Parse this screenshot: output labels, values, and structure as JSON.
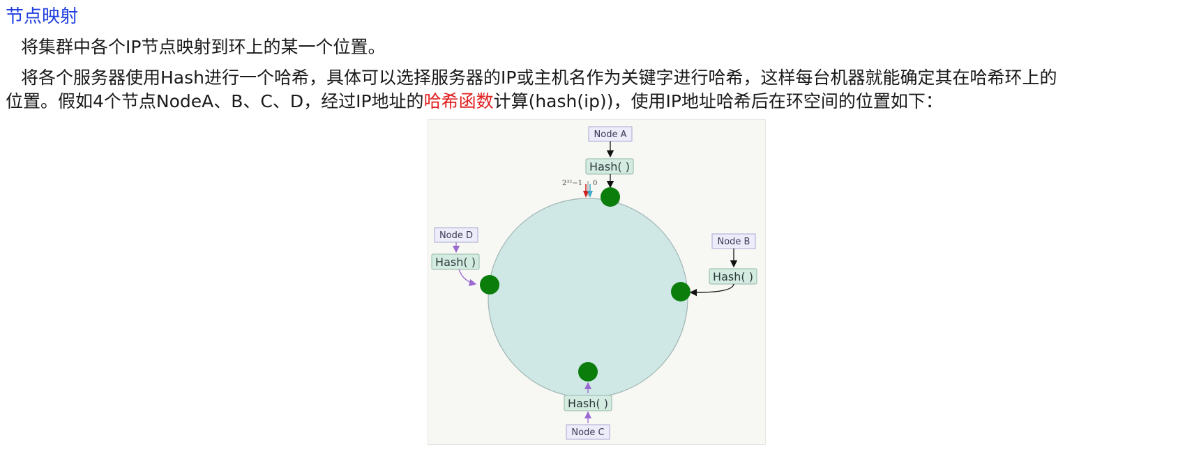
{
  "section": {
    "heading": "节点映射"
  },
  "paragraphs": {
    "p1": "将集群中各个IP节点映射到环上的某一个位置。",
    "p2": "将各个服务器使用Hash进行一个哈希，具体可以选择服务器的IP或主机名作为关键字进行哈希，这样每台机器就能确定其在哈希环上的",
    "p3_before": "位置。假如4个节点NodeA、B、C、D，经过IP地址的",
    "p3_highlight": "哈希函数",
    "p3_after": "计算(hash(ip))，使用IP地址哈希后在环空间的位置如下："
  },
  "figure": {
    "ring_max_label": "2³²−1",
    "ring_zero_label": "0",
    "hash_label": "Hash( )",
    "nodes": {
      "a": "Node A",
      "b": "Node B",
      "c": "Node C",
      "d": "Node D"
    },
    "colors": {
      "ring_fill": "#cfe8e6",
      "ring_stroke": "#9fb5b2",
      "point": "#0a7d0a",
      "node_box_fill": "#ececfa",
      "node_box_stroke": "#a8a8d0",
      "hash_box_fill": "#d4ebe2",
      "hash_box_stroke": "#93b8a8",
      "arrow_black": "#111111",
      "arrow_purple": "#9a6ad0",
      "marker_red": "#d02020",
      "marker_cyan": "#40a8c8",
      "heading_blue": "#1f3fe0",
      "highlight_red": "#e02020"
    }
  }
}
